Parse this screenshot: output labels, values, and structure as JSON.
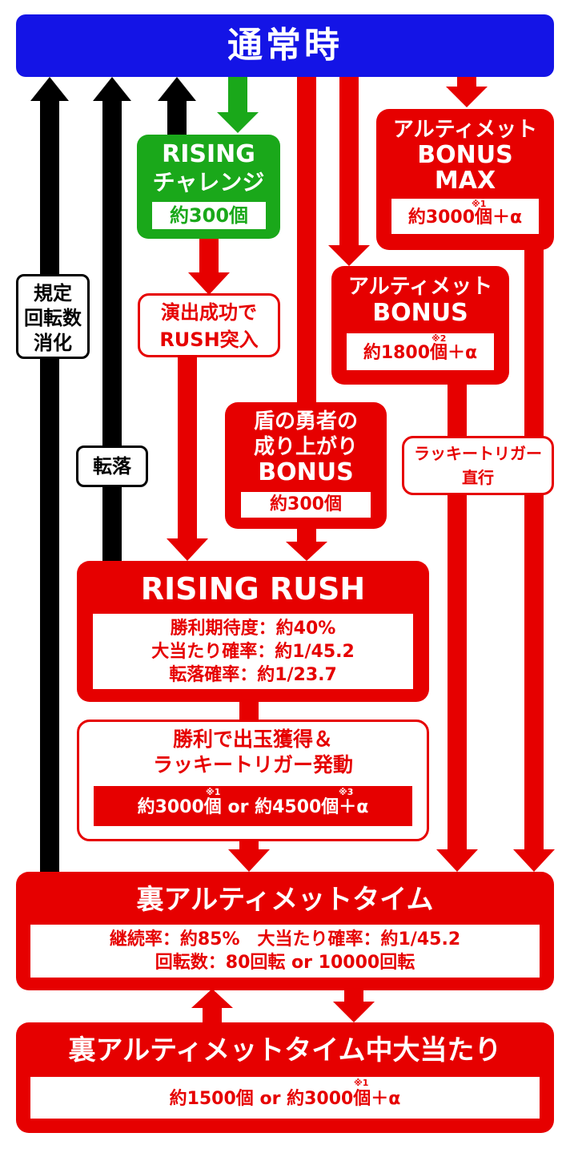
{
  "colors": {
    "normal": "#1414e6",
    "red": "#e60000",
    "green": "#1aa81a",
    "black": "#000000",
    "white": "#ffffff"
  },
  "normal": {
    "title": "通常時"
  },
  "rising_challenge": {
    "title_line1": "RISING",
    "title_line2": "チャレンジ",
    "value": "約300個"
  },
  "label_enshutsu": {
    "line1": "演出成功で",
    "line2": "RUSH突入"
  },
  "label_kitei": {
    "line1": "規定",
    "line2": "回転数",
    "line3": "消化"
  },
  "label_tenraku": {
    "text": "転落"
  },
  "ultimate_max": {
    "line1": "アルティメット",
    "line2": "BONUS",
    "line3": "MAX",
    "note": "※1",
    "value": "約3000個＋α"
  },
  "ultimate_bonus": {
    "line1": "アルティメット",
    "line2": "BONUS",
    "note": "※2",
    "value": "約1800個＋α"
  },
  "label_lucky_direct": {
    "line1": "ラッキートリガー",
    "line2": "直行"
  },
  "tate_bonus": {
    "line1": "盾の勇者の",
    "line2": "成り上がり",
    "line3": "BONUS",
    "value": "約300個"
  },
  "rising_rush": {
    "title": "RISING RUSH",
    "line1": "勝利期待度：約40%",
    "line2": "大当たり確率：約1/45.2",
    "line3": "転落確率：約1/23.7"
  },
  "victory": {
    "line1": "勝利で出玉獲得＆",
    "line2": "ラッキートリガー発動",
    "value": "約3000個 or 約4500個＋α",
    "note1": "※1",
    "note3": "※3"
  },
  "ura_time": {
    "title": "裏アルティメットタイム",
    "line1": "継続率：約85%　大当たり確率：約1/45.2",
    "line2": "回転数：80回転 or 10000回転"
  },
  "ura_hit": {
    "title": "裏アルティメットタイム中大当たり",
    "value": "約1500個 or 約3000個＋α",
    "note": "※1"
  }
}
